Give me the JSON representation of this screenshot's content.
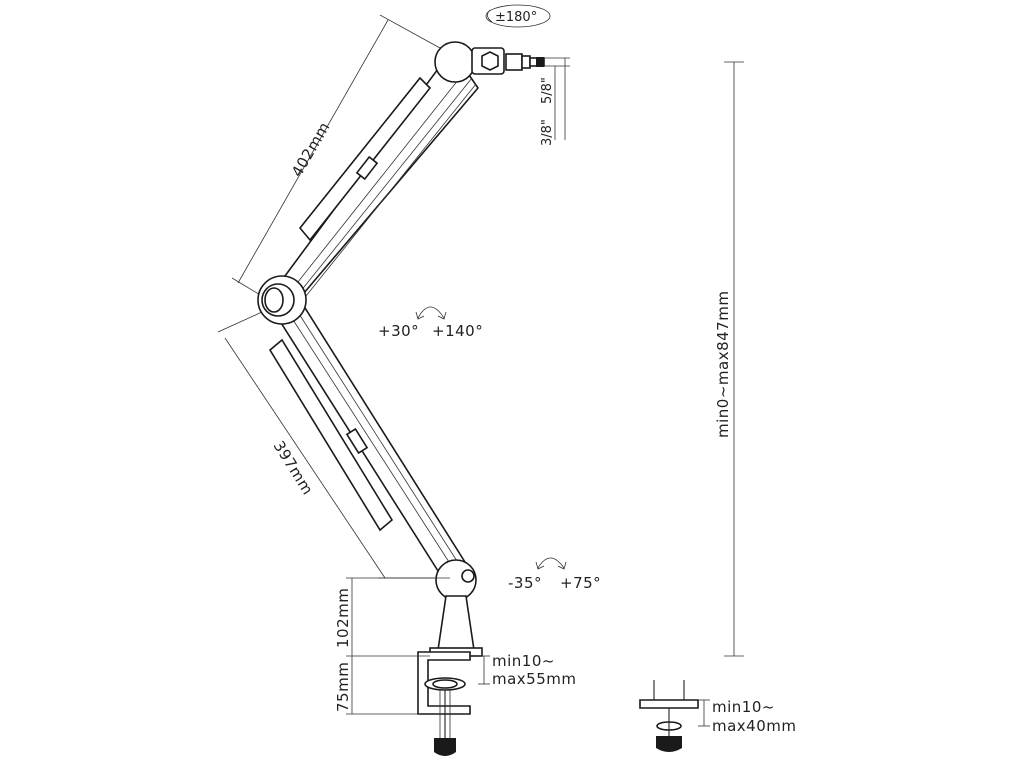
{
  "dimensions": {
    "upper_arm": "402mm",
    "lower_arm": "397mm",
    "height_range": "min0~max847mm",
    "base_height": "102mm",
    "clamp_height": "75mm",
    "thread_a": "3/8\"",
    "thread_b": "5/8\""
  },
  "rotations": {
    "head": "±180°",
    "elbow_min": "+30°",
    "elbow_max": "+140°",
    "base_min": "-35°",
    "base_max": "+75°"
  },
  "clamp_range_main": {
    "line1": "min10~",
    "line2": "max55mm"
  },
  "clamp_range_alt": {
    "line1": "min10~",
    "line2": "max40mm"
  },
  "colors": {
    "ink": "#222222",
    "paper": "#ffffff"
  }
}
